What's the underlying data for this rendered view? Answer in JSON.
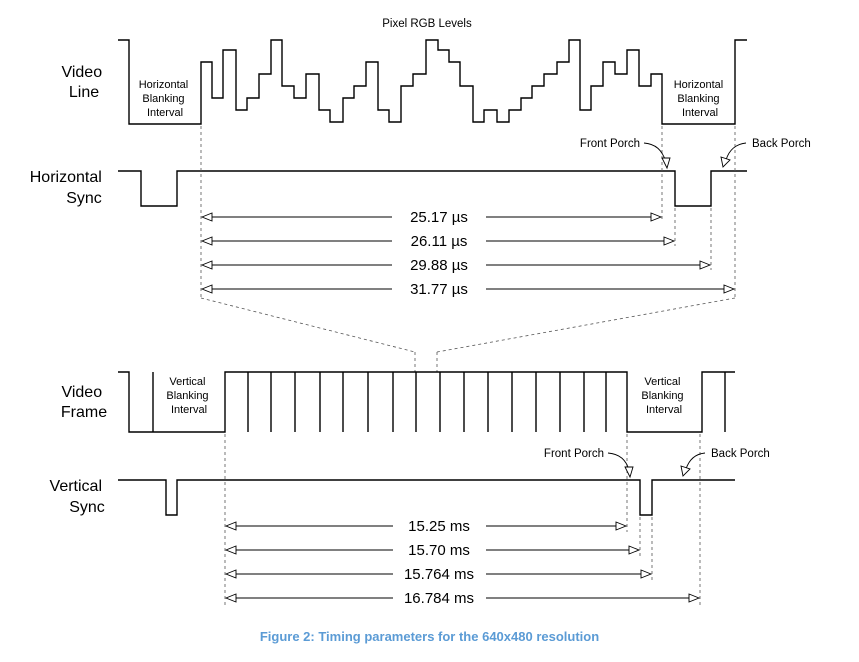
{
  "labels": {
    "pixel_rgb": "Pixel RGB Levels",
    "video_line": [
      "Video",
      "Line"
    ],
    "horizontal_sync": [
      "Horizontal",
      "Sync"
    ],
    "video_frame": [
      "Video",
      "Frame"
    ],
    "vertical_sync": [
      "Vertical",
      "Sync"
    ],
    "h_blank": [
      "Horizontal",
      "Blanking",
      "Interval"
    ],
    "v_blank": [
      "Vertical",
      "Blanking",
      "Interval"
    ],
    "front_porch": "Front Porch",
    "back_porch": "Back Porch"
  },
  "horizontal_timings": [
    "25.17 µs",
    "26.11 µs",
    "29.88 µs",
    "31.77 µs"
  ],
  "vertical_timings": [
    "15.25 ms",
    "15.70 ms",
    "15.764 ms",
    "16.784 ms"
  ],
  "caption": "Figure 2: Timing parameters for the 640x480 resolution"
}
